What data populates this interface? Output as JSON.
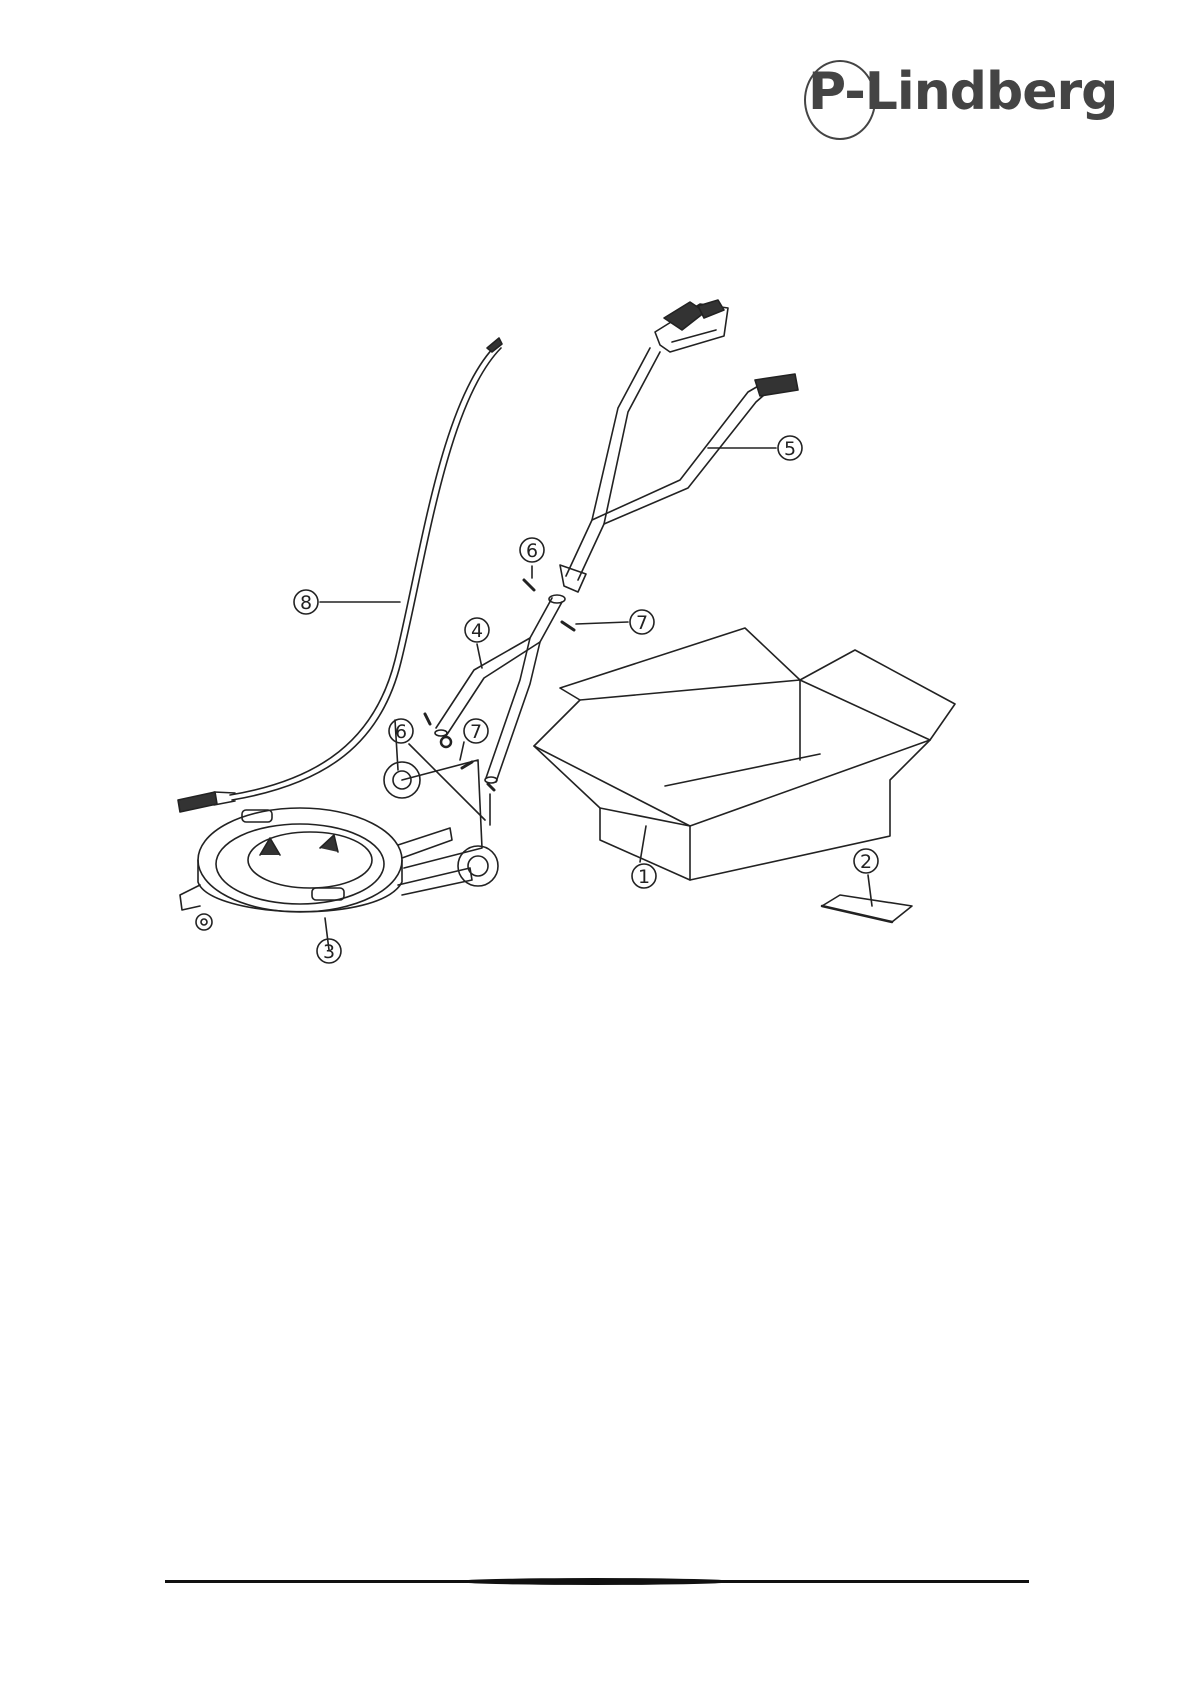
{
  "logo": {
    "text": "P-Lindberg",
    "color": "#444444"
  },
  "callouts": [
    {
      "id": "box",
      "number": "1"
    },
    {
      "id": "manual",
      "number": "2"
    },
    {
      "id": "base",
      "number": "3"
    },
    {
      "id": "lower-handle",
      "number": "4"
    },
    {
      "id": "upper-handle",
      "number": "5"
    },
    {
      "id": "bolt-top",
      "number": "6"
    },
    {
      "id": "nut-top",
      "number": "7"
    },
    {
      "id": "bolt-bottom",
      "number": "6"
    },
    {
      "id": "nut-bottom",
      "number": "7"
    },
    {
      "id": "hose",
      "number": "8"
    }
  ],
  "colors": {
    "line": "#222222",
    "grip": "#333333"
  }
}
